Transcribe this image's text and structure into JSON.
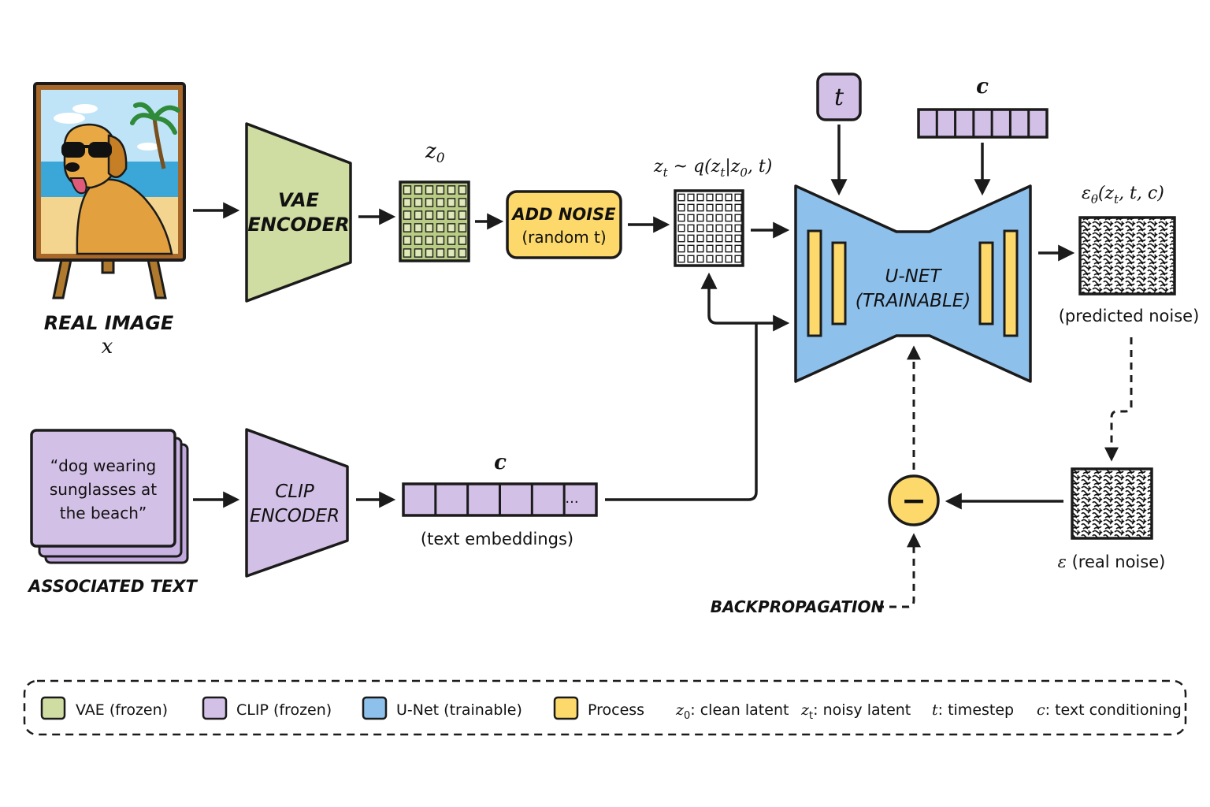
{
  "colors": {
    "vae": "#cfdca2",
    "clip": "#d3c0e6",
    "unet": "#8ec0ec",
    "process": "#fcd96a",
    "line": "#1b1b1b"
  },
  "real_image": {
    "label": "REAL IMAGE",
    "symbol": "x"
  },
  "vae_encoder": {
    "line1": "VAE",
    "line2": "ENCODER"
  },
  "z0_label": "z",
  "z0_sub": "0",
  "add_noise": {
    "line1": "ADD NOISE",
    "line2": "(random t)"
  },
  "zt_formula": {
    "a": "z",
    "a_sub": "t",
    "tilde": " ~ ",
    "b": "q(z",
    "b_sub": "t",
    "bar": "|z",
    "bar_sub": "0",
    "end": ", t)"
  },
  "t_token": "t",
  "c_top": "c",
  "unet": {
    "line1": "U-NET",
    "line2": "(TRAINABLE)"
  },
  "eps_theta": {
    "e": "ε",
    "e_sub": "θ",
    "open": "(z",
    "z_sub": "t",
    "rest": ", t, c)"
  },
  "predicted_noise": "(predicted noise)",
  "text_box": {
    "line1": "“dog wearing",
    "line2": "sunglasses at",
    "line3": "the beach”"
  },
  "associated_text": "ASSOCIATED TEXT",
  "clip_encoder": {
    "line1": "CLIP",
    "line2": "ENCODER"
  },
  "c_mid": "c",
  "ellipsis": "...",
  "text_embeddings": "(text embeddings)",
  "minus": "−",
  "real_noise": {
    "e": "ε",
    "rest": " (real noise)"
  },
  "backprop": "BACKPROPAGATION",
  "legend": {
    "vae": "VAE (frozen)",
    "clip": "CLIP (frozen)",
    "unet": "U-Net (trainable)",
    "process": "Process",
    "z0_sym": "z",
    "z0_sub": "0",
    "z0_text": ": clean latent",
    "zt_sym": "z",
    "zt_sub": "t",
    "zt_text": ": noisy latent",
    "t_sym": "t",
    "t_text": ": timestep",
    "c_sym": "c",
    "c_text": ": text conditioning"
  }
}
